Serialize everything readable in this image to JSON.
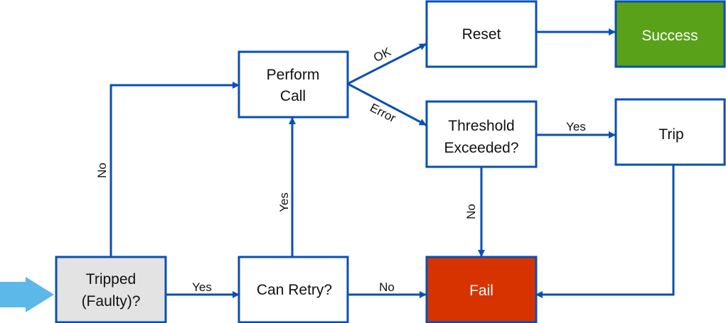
{
  "nodes": {
    "tripped": {
      "line1": "Tripped",
      "line2": "(Faulty)?"
    },
    "perform_call": {
      "line1": "Perform",
      "line2": "Call"
    },
    "can_retry": {
      "label": "Can Retry?"
    },
    "reset": {
      "label": "Reset"
    },
    "success": {
      "label": "Success"
    },
    "threshold": {
      "line1": "Threshold",
      "line2": "Exceeded?"
    },
    "trip": {
      "label": "Trip"
    },
    "fail": {
      "label": "Fail"
    }
  },
  "edges": {
    "tripped_no": "No",
    "tripped_yes": "Yes",
    "retry_yes": "Yes",
    "retry_no": "No",
    "call_ok": "OK",
    "call_error": "Error",
    "threshold_yes": "Yes",
    "threshold_no": "No"
  },
  "colors": {
    "stroke": "#0a4fb3",
    "success_fill": "#58a118",
    "fail_fill": "#d63300",
    "tripped_fill": "#e3e3e3",
    "entry_arrow": "#5bb8e8"
  }
}
